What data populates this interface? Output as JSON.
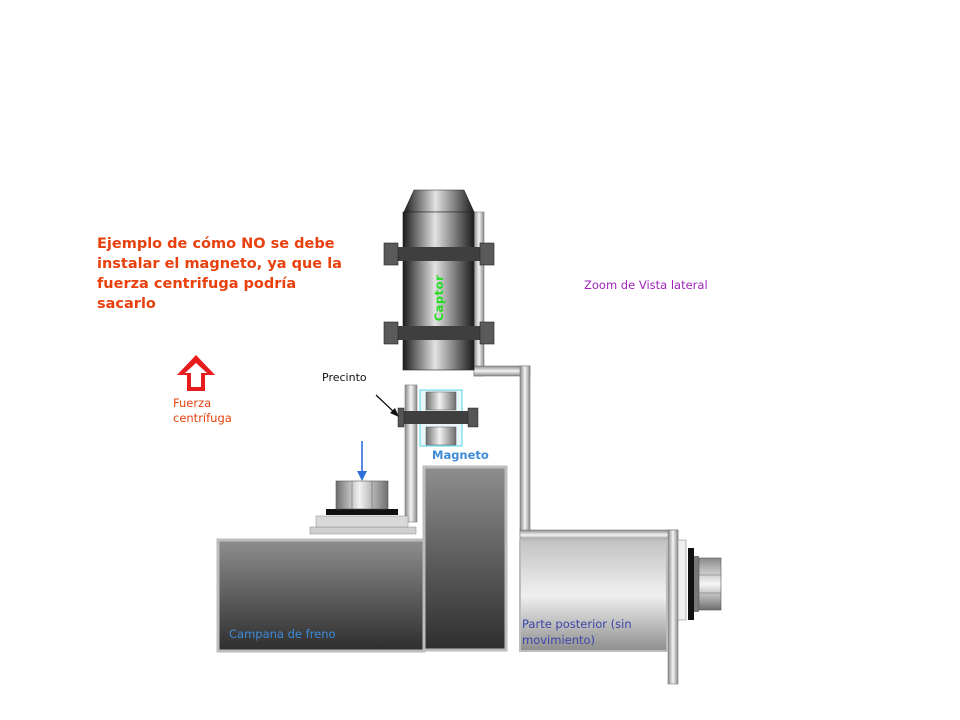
{
  "title": "Ejemplo de cómo NO se debe instalar el magneto, ya que la fuerza centrifuga podría sacarlo",
  "labels": {
    "zoom": "Zoom de Vista lateral",
    "fuerza": "Fuerza\ncentrífuga",
    "precinto": "Precinto",
    "magneto": "Magneto",
    "captor": "Captor",
    "campana": "Campana de freno",
    "posterior": "Parte posterior (sin movimiento)"
  },
  "colors": {
    "warning": "#e8410e",
    "zoom_label": "#a024b9",
    "magneto_label": "#3d8bd9",
    "captor_label": "#22dd22",
    "posterior_label": "#3a46a8",
    "force_arrow": "#e81c1c",
    "pointer_arrow": "#2f6fd8"
  },
  "icons": {
    "force_arrow": "up-arrow-icon",
    "pointer_arrow": "down-arrow-icon"
  }
}
